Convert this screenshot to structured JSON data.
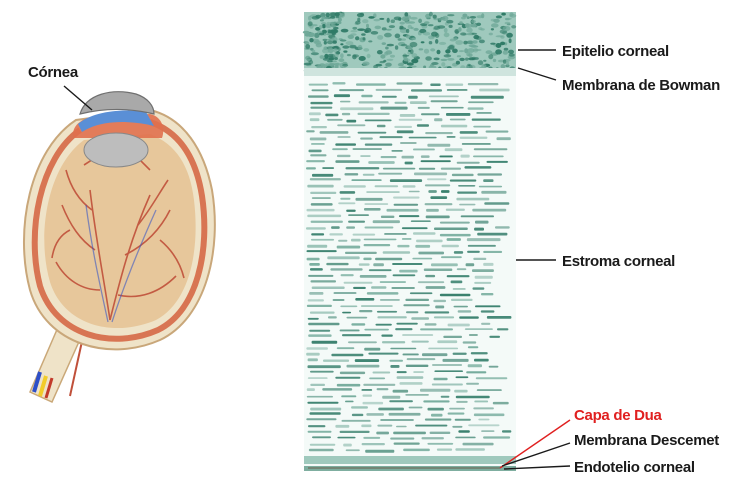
{
  "eye": {
    "label": "Córnea"
  },
  "layers": {
    "epithelium": "Epitelio corneal",
    "bowman": "Membrana de Bowman",
    "stroma": "Estroma corneal",
    "dua": "Capa de Dua",
    "descemet": "Membrana Descemet",
    "endothelium": "Endotelio corneal"
  },
  "colors": {
    "text": "#1a1a1a",
    "highlight": "#e02020",
    "tissue": "#2f7a66",
    "tissue_light": "#6fa898",
    "sclera": "#efe3c8",
    "retina": "#e7c79b",
    "vessel": "#c0503a",
    "iris": "#5a8fd6",
    "lens": "#b9b9b9"
  }
}
